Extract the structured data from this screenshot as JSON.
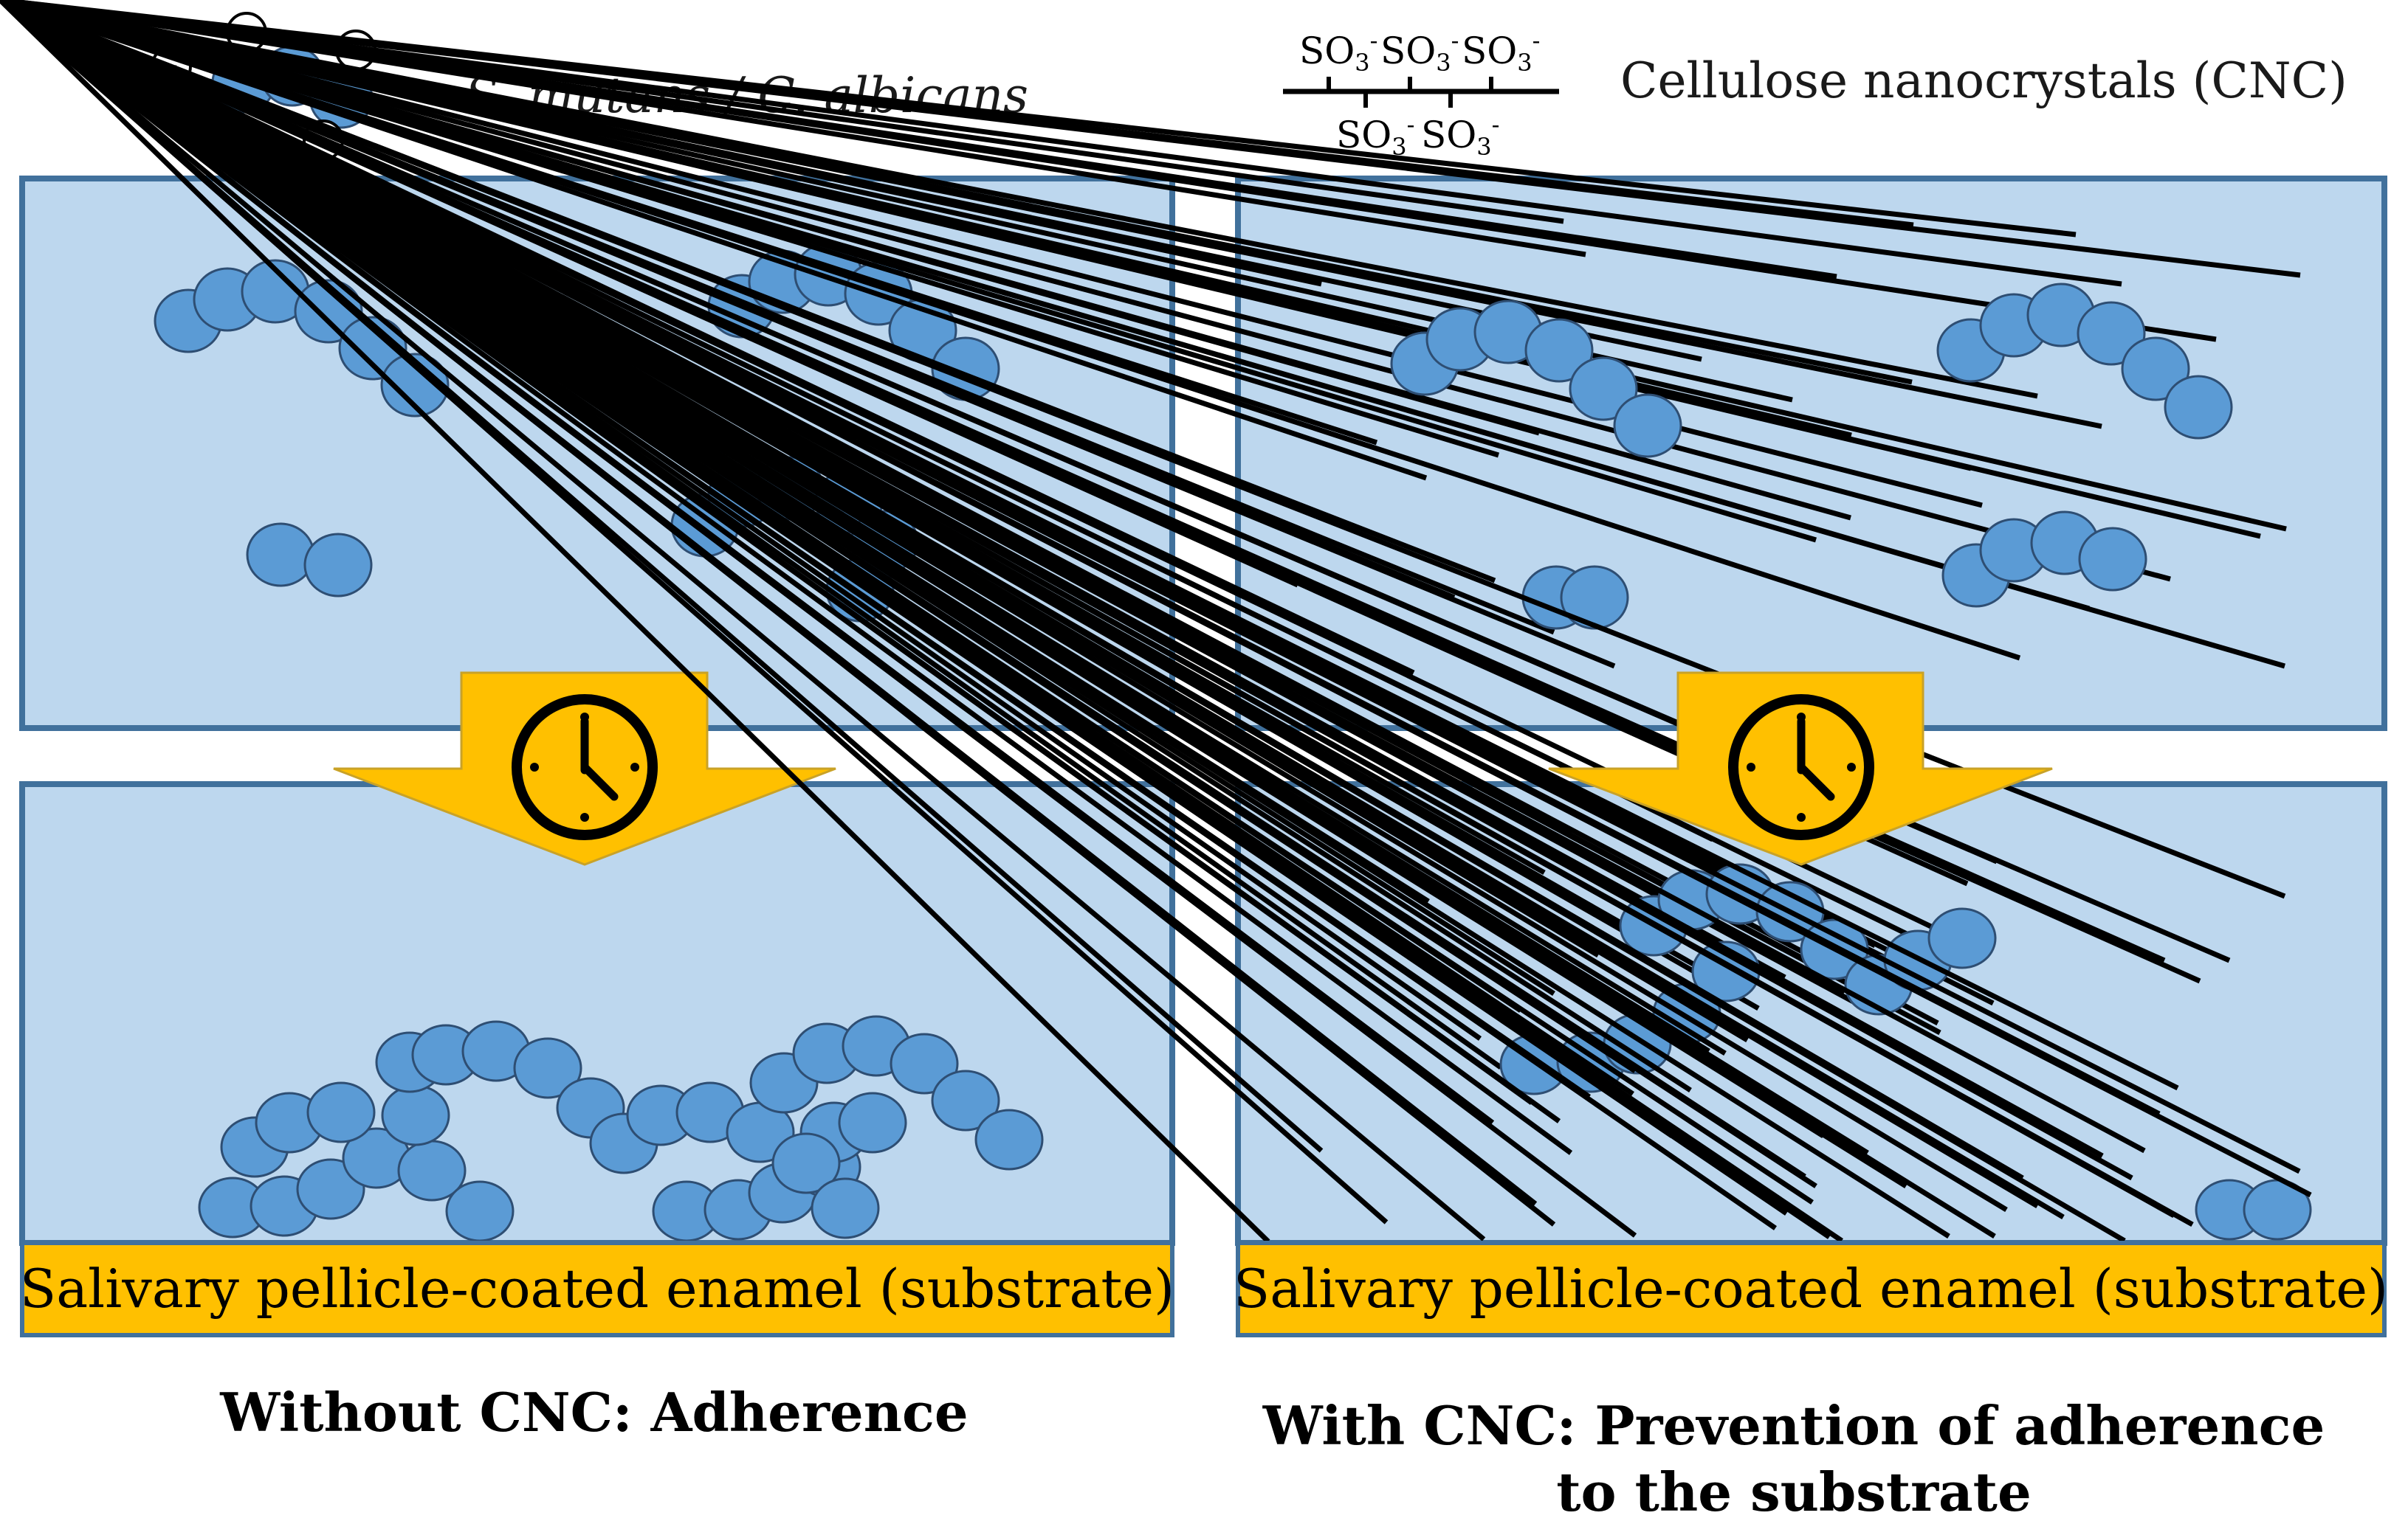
{
  "legend": {
    "bacteria_label": "S. mutans / C. albicans",
    "charge_symbol": "-",
    "cnc_label": "Cellulose nanocrystals (CNC)",
    "sulfonate_group": "SO",
    "sulfonate_subscript": "3",
    "sulfonate_charge": "-"
  },
  "panels": {
    "left": {
      "substrate_label": "Salivary pellicle-coated enamel (substrate)",
      "caption_line1": "Without CNC: Adherence",
      "caption_line2": ""
    },
    "right": {
      "substrate_label": "Salivary pellicle-coated enamel (substrate)",
      "caption_line1": "With CNC: Prevention of adherence",
      "caption_line2": "to the substrate"
    }
  },
  "colors": {
    "panel_fill": "#bdd7ee",
    "panel_border": "#41719c",
    "cell_fill": "#5b9bd5",
    "cell_stroke": "#2e4e73",
    "arrow_fill": "#ffc000",
    "substrate_fill": "#ffc000",
    "cnc_color": "#000000"
  },
  "icons": {
    "timer": "clock-icon",
    "bacteria": "bacteria-chain-icon",
    "nanocrystal": "nanocrystal-rod-icon"
  }
}
